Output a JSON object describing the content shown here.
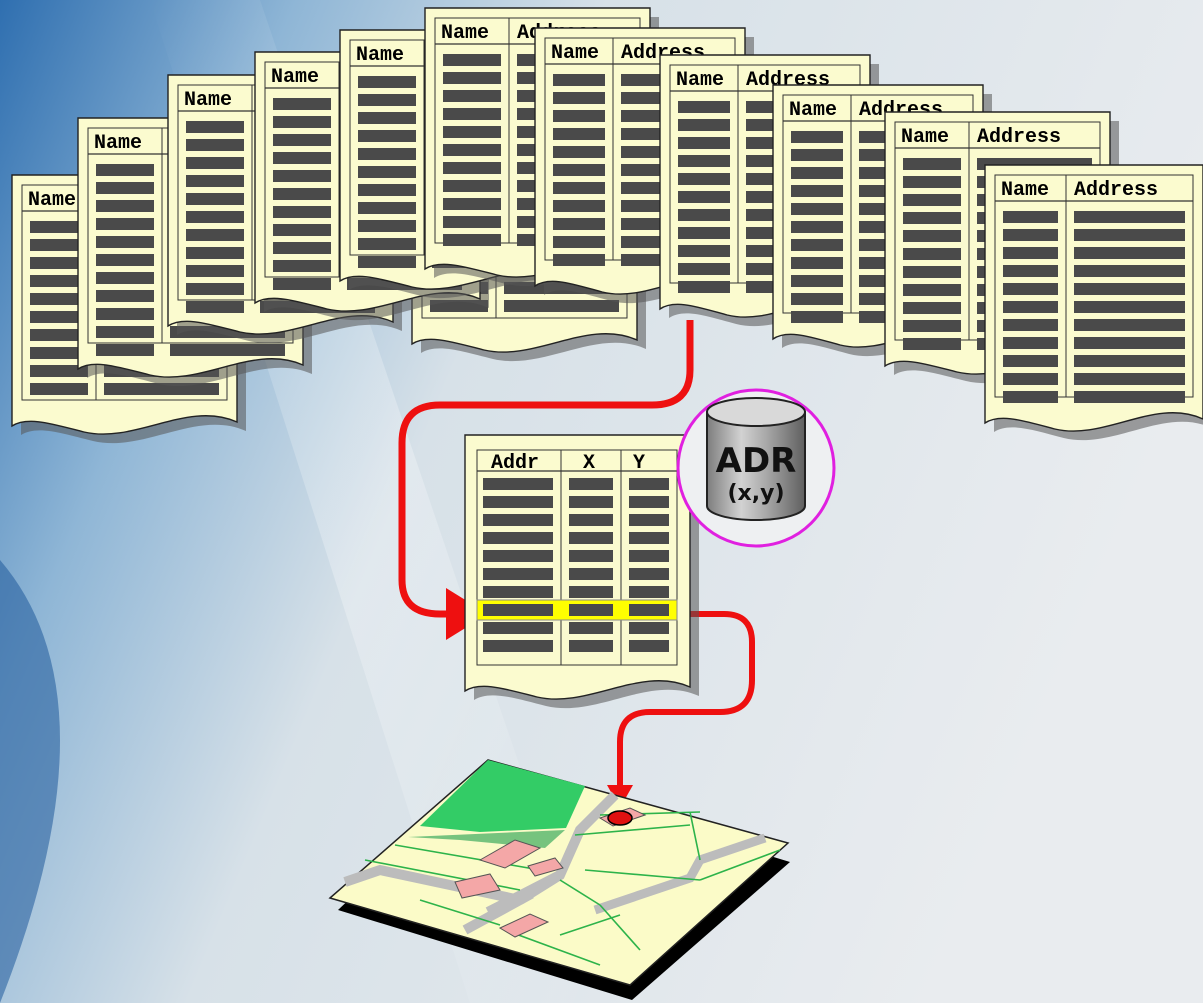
{
  "record_sheet": {
    "col1": "Name",
    "col2": "Address"
  },
  "geocode_table": {
    "col1": "Addr",
    "col2": "X",
    "col3": "Y"
  },
  "database": {
    "line1": "ADR",
    "line2": "(x,y)",
    "ring_color": "#e020e0"
  },
  "colors": {
    "paper": "#fbfbcf",
    "row_bar": "#4a4a4a",
    "arrow": "#ee1010",
    "highlight": "#ffff00",
    "map_land": "#fbfbc8",
    "map_park": "#33cc66",
    "map_road": "#bcbcbc",
    "map_building": "#f4a7a7",
    "map_lines": "#2db34a"
  },
  "icons": [
    "document-sheet-icon",
    "database-cylinder-icon",
    "map-icon",
    "location-marker-icon"
  ]
}
